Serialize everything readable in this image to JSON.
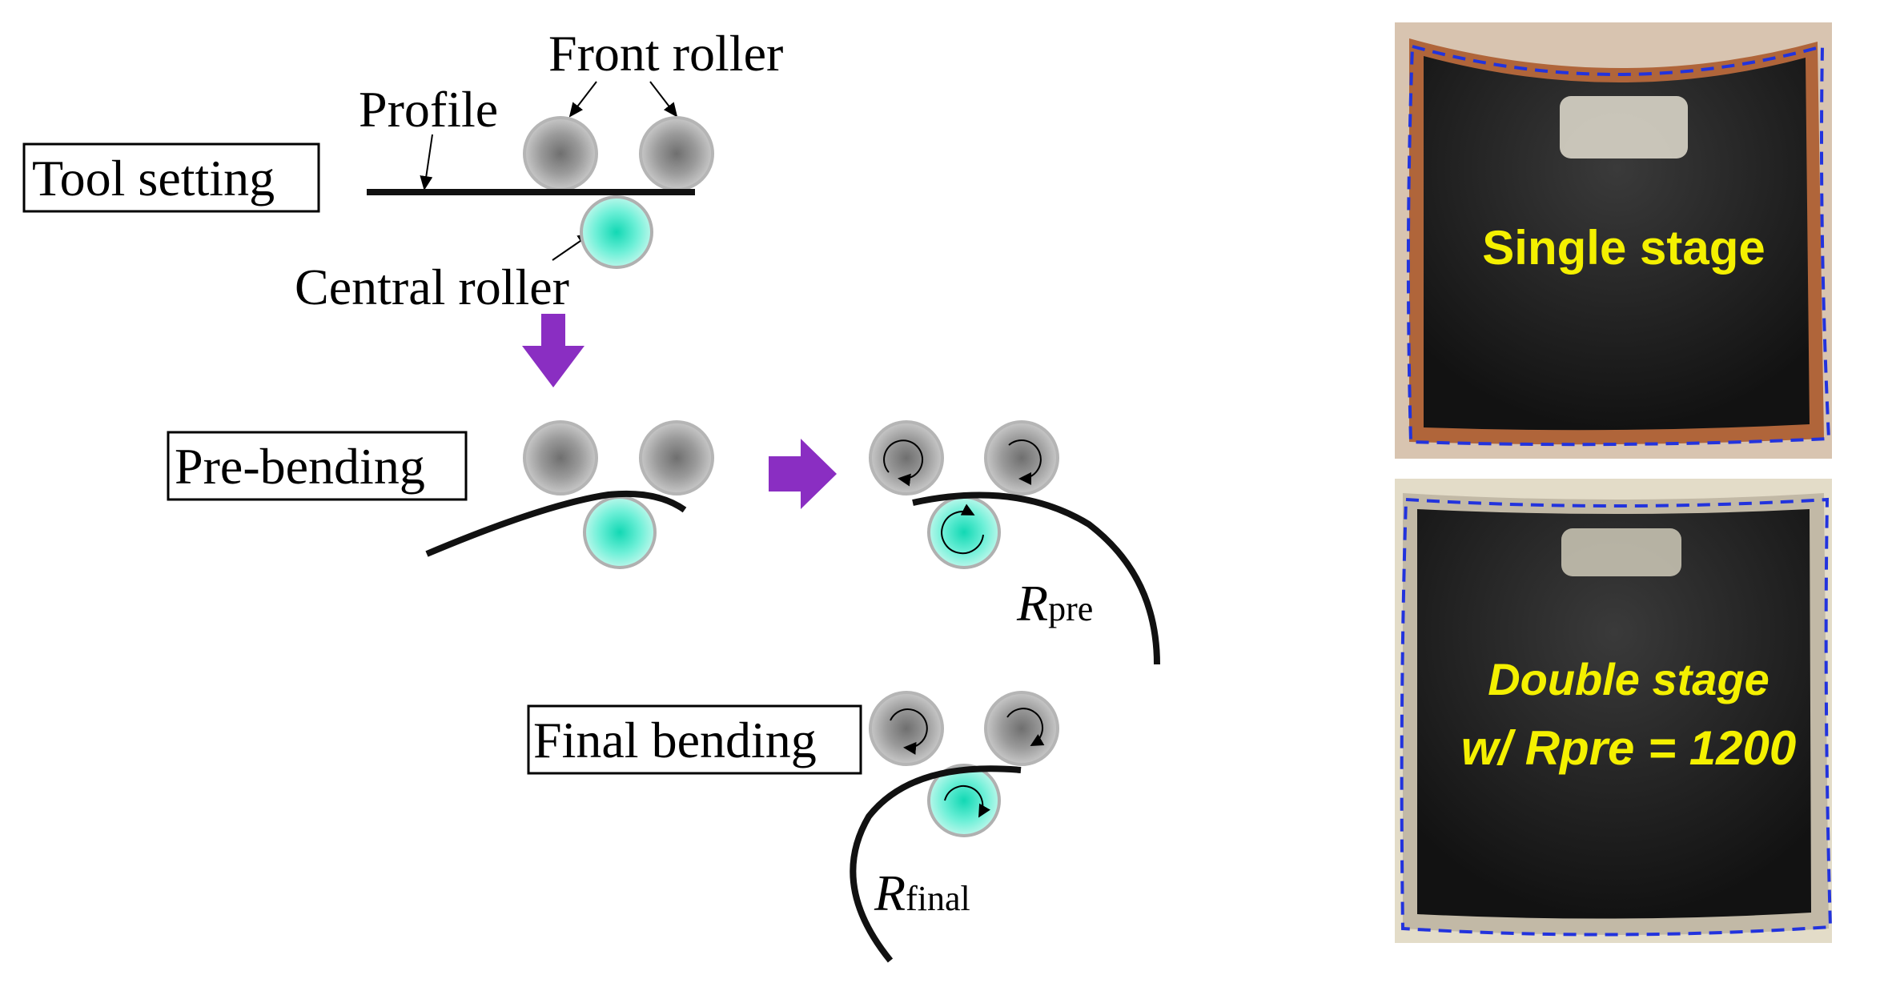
{
  "labels": {
    "front_roller": "Front roller",
    "profile": "Profile",
    "central_roller": "Central roller",
    "r_pre_main": "R",
    "r_pre_sub": "pre",
    "r_final_main": "R",
    "r_final_sub": "final"
  },
  "stages": {
    "tool_setting": "Tool setting",
    "pre_bending": "Pre-bending",
    "final_bending": "Final bending"
  },
  "photos": {
    "single": {
      "caption": "Single stage"
    },
    "double": {
      "caption_line1": "Double stage",
      "caption_line2": "w/ Rpre = 1200"
    }
  },
  "colors": {
    "front_roller": "#8c8c8c",
    "central_roller": "#2fe3c0",
    "arrow": "#8a2ec2",
    "dashed_outline": "#2233dd",
    "photo_caption": "#f4f000"
  }
}
